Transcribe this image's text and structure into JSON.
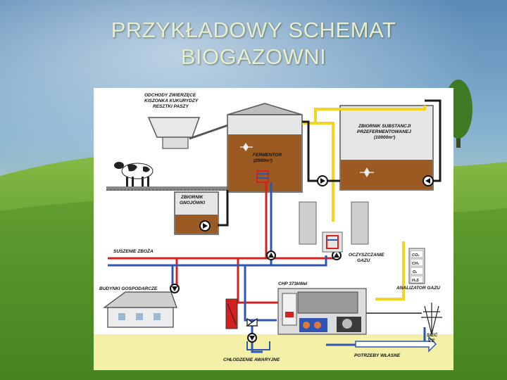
{
  "slide": {
    "title_line1": "PRZYKŁADOWY SCHEMAT",
    "title_line2": "BIOGAZOWNI"
  },
  "diagram": {
    "feed_label_1": "ODCHODY ZWIERZĘCE",
    "feed_label_2": "KISZONKA KUKURYDZY",
    "feed_label_3": "RESZTKI PASZY",
    "slurry_tank_1": "ZBIORNIK",
    "slurry_tank_2": "GNOJÓWKI",
    "fermentor_1": "FERMENTOR",
    "fermentor_2": "(2500m³)",
    "digestate_tank_1": "ZBIORNIK SUBSTANCJI",
    "digestate_tank_2": "PRZEFERMENTOWANEJ",
    "digestate_tank_3": "(10000m³)",
    "grain_drying": "SUSZENIE ZBOŻA",
    "gas_cleaning_1": "OCZYSZCZANIE",
    "gas_cleaning_2": "GAZU",
    "farm_buildings": "BUDYNKI GOSPODARCZE",
    "chp": "CHP 373kWel",
    "gas_analyzer": "ANALIZATOR GAZU",
    "gas_co2": "CO₂",
    "gas_ch4": "CH₄",
    "gas_o2": "O₂",
    "gas_h2s": "H₂S",
    "grid_1": "SIEĆ",
    "grid_2": "ZE",
    "emergency_cooling": "CHŁODZENIE AWARYJNE",
    "own_needs": "POTRZEBY WŁASNE"
  },
  "colors": {
    "sky": "#6f9fc4",
    "grass": "#6aa63a",
    "title": "#e8ecd0",
    "panel_bg": "#ffffff",
    "ground_strip": "#f5f0a8",
    "digestate": "#9a5a22",
    "pipe_red": "#d42020",
    "pipe_blue": "#2f55b4",
    "pipe_yellow": "#f2d422",
    "pipe_black": "#1a1a1a"
  }
}
